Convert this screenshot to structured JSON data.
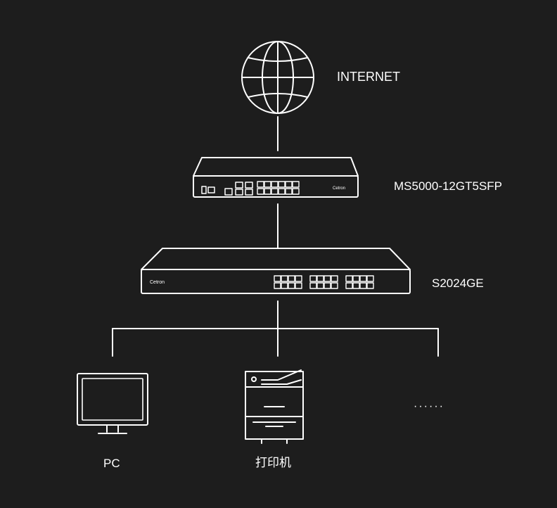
{
  "colors": {
    "background": "#1d1d1d",
    "stroke": "#ffffff"
  },
  "nodes": {
    "internet": {
      "label": "INTERNET",
      "icon": "globe-icon"
    },
    "router": {
      "label": "MS5000-12GT5SFP",
      "brand": "Cetron",
      "icon": "router-icon"
    },
    "switch": {
      "label": "S2024GE",
      "brand": "Cetron",
      "icon": "switch-icon"
    },
    "pc": {
      "label": "PC",
      "icon": "monitor-icon"
    },
    "printer": {
      "label": "打印机",
      "icon": "printer-icon"
    },
    "more": {
      "label": "······"
    }
  }
}
